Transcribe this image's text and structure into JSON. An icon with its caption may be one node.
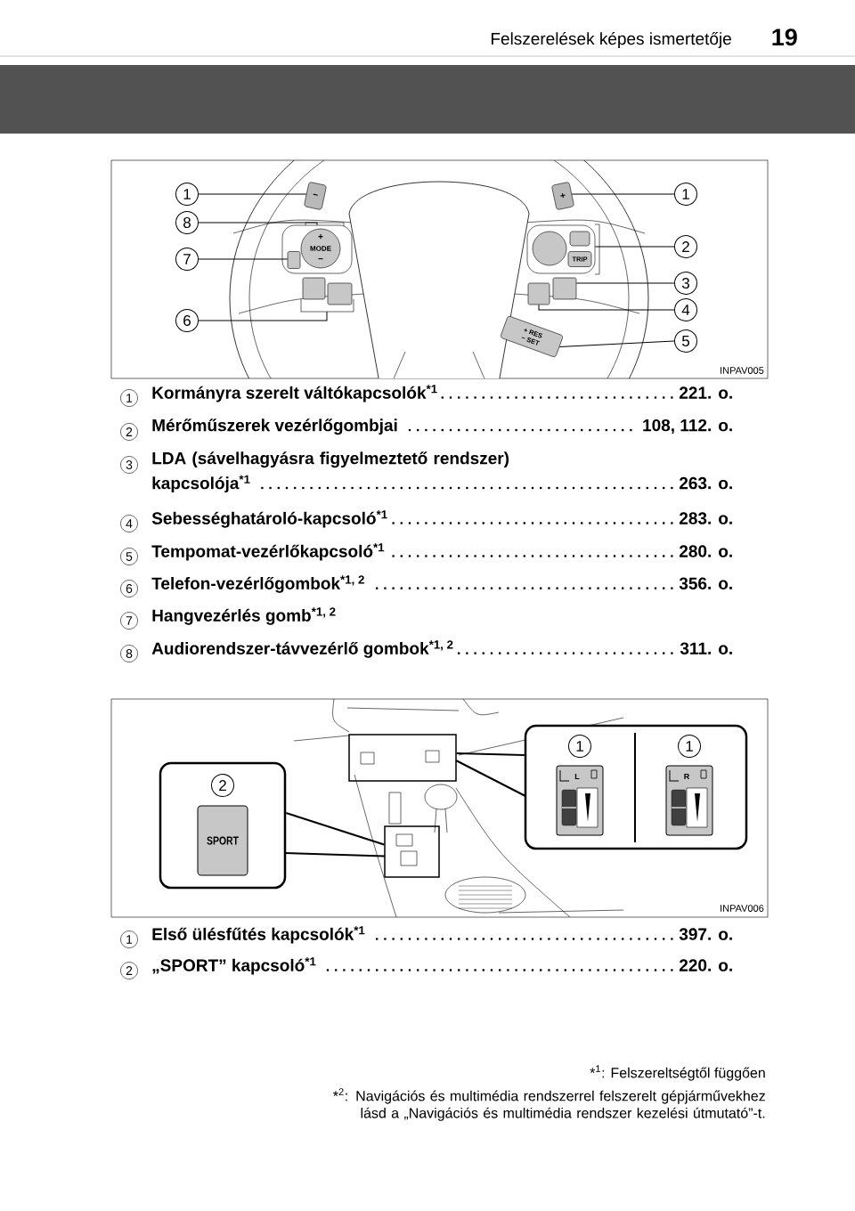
{
  "diagram": {
    "title": "Felszerelések képes ismertetője",
    "nodes": [
      {
        "text": [
          "1"
        ]
      },
      {
        "text": [
          "8"
        ]
      },
      {
        "text": [
          "7"
        ]
      },
      {
        "text": [
          "6"
        ]
      },
      {
        "text": [
          "1"
        ]
      },
      {
        "text": [
          "2"
        ]
      },
      {
        "text": [
          "3"
        ]
      },
      {
        "text": [
          "4"
        ]
      },
      {
        "text": [
          "5"
        ]
      },
      {
        "text": [
          "2"
        ]
      },
      {
        "text": [
          "SPORT"
        ],
        "in": 9
      },
      {
        "text": [],
        "shape": "box"
      },
      {
        "text": [
          "1"
        ],
        "in": 11
      },
      {
        "text": [
          "1"
        ],
        "in": 11
      },
      {
        "text": [],
        "shape": "box"
      },
      {
        "text": [],
        "shape": "box"
      },
      {
        "text": [
          "−"
        ]
      },
      {
        "text": [
          "+"
        ]
      },
      {
        "text": [
          "+",
          "MODE",
          "−"
        ]
      },
      {
        "text": [
          "TRIP"
        ]
      },
      {
        "text": [
          "+ RES",
          "− SET"
        ]
      },
      {
        "text": [],
        "shape": "box",
        "in": 18
      },
      {
        "text": [],
        "shape": "box"
      },
      {
        "text": [],
        "shape": "box"
      }
    ],
    "edges": [
      {
        "from": 0,
        "to": 16,
        "arrow": "none"
      },
      {
        "from": 1,
        "to": 18,
        "arrow": "none"
      },
      {
        "from": 2,
        "to": 21,
        "arrow": "none"
      },
      {
        "from": 3,
        "to": null,
        "arrow": "none"
      },
      {
        "from": 4,
        "to": 17,
        "arrow": "none"
      },
      {
        "from": 5,
        "to": 19,
        "arrow": "none"
      },
      {
        "from": 6,
        "to": 22,
        "arrow": "none"
      },
      {
        "from": 7,
        "to": 23,
        "arrow": "none"
      },
      {
        "from": 8,
        "to": 20,
        "arrow": "none"
      },
      {
        "from": 9,
        "to": 15,
        "arrow": "none"
      },
      {
        "from": 11,
        "to": 14,
        "arrow": "none"
      }
    ],
    "labels": [
      "19",
      "INPAV005",
      "1",
      "Kormányra szerelt váltókapcsolók$^{*1}$",
      "221. o.",
      "2",
      "Mérőműszerek vezérlőgombjai",
      "108, 112. o.",
      "3",
      "LDA (sávelhagyásra figyelmeztető rendszer) kapcsolója$^{*1}$",
      "263. o.",
      "4",
      "Sebességhatároló-kapcsoló$^{*1}$",
      "283. o.",
      "5",
      "Tempomat-vezérlőkapcsoló$^{*1}$",
      "280. o.",
      "6",
      "Telefon-vezérlőgombok$^{*1, 2}$",
      "356. o.",
      "7",
      "Hangvezérlés gomb$^{*1, 2}$",
      "8",
      "Audiorendszer-távvezérlő gombok$^{*1, 2}$",
      "311. o.",
      "L",
      "R",
      "INPAV006",
      "1",
      "Első ülésfűtés kapcsolók$^{*1}$",
      "397. o.",
      "2",
      "„SPORT” kapcsoló$^{*1}$",
      "220. o.",
      "*$^{1}$: Felszereltségtől függően",
      "*$^{2}$: Navigációs és multimédia rendszerrel felszerelt gépjárművekhez lásd a „Navigációs és multimédia rendszer kezelési útmutató”-t."
    ]
  }
}
